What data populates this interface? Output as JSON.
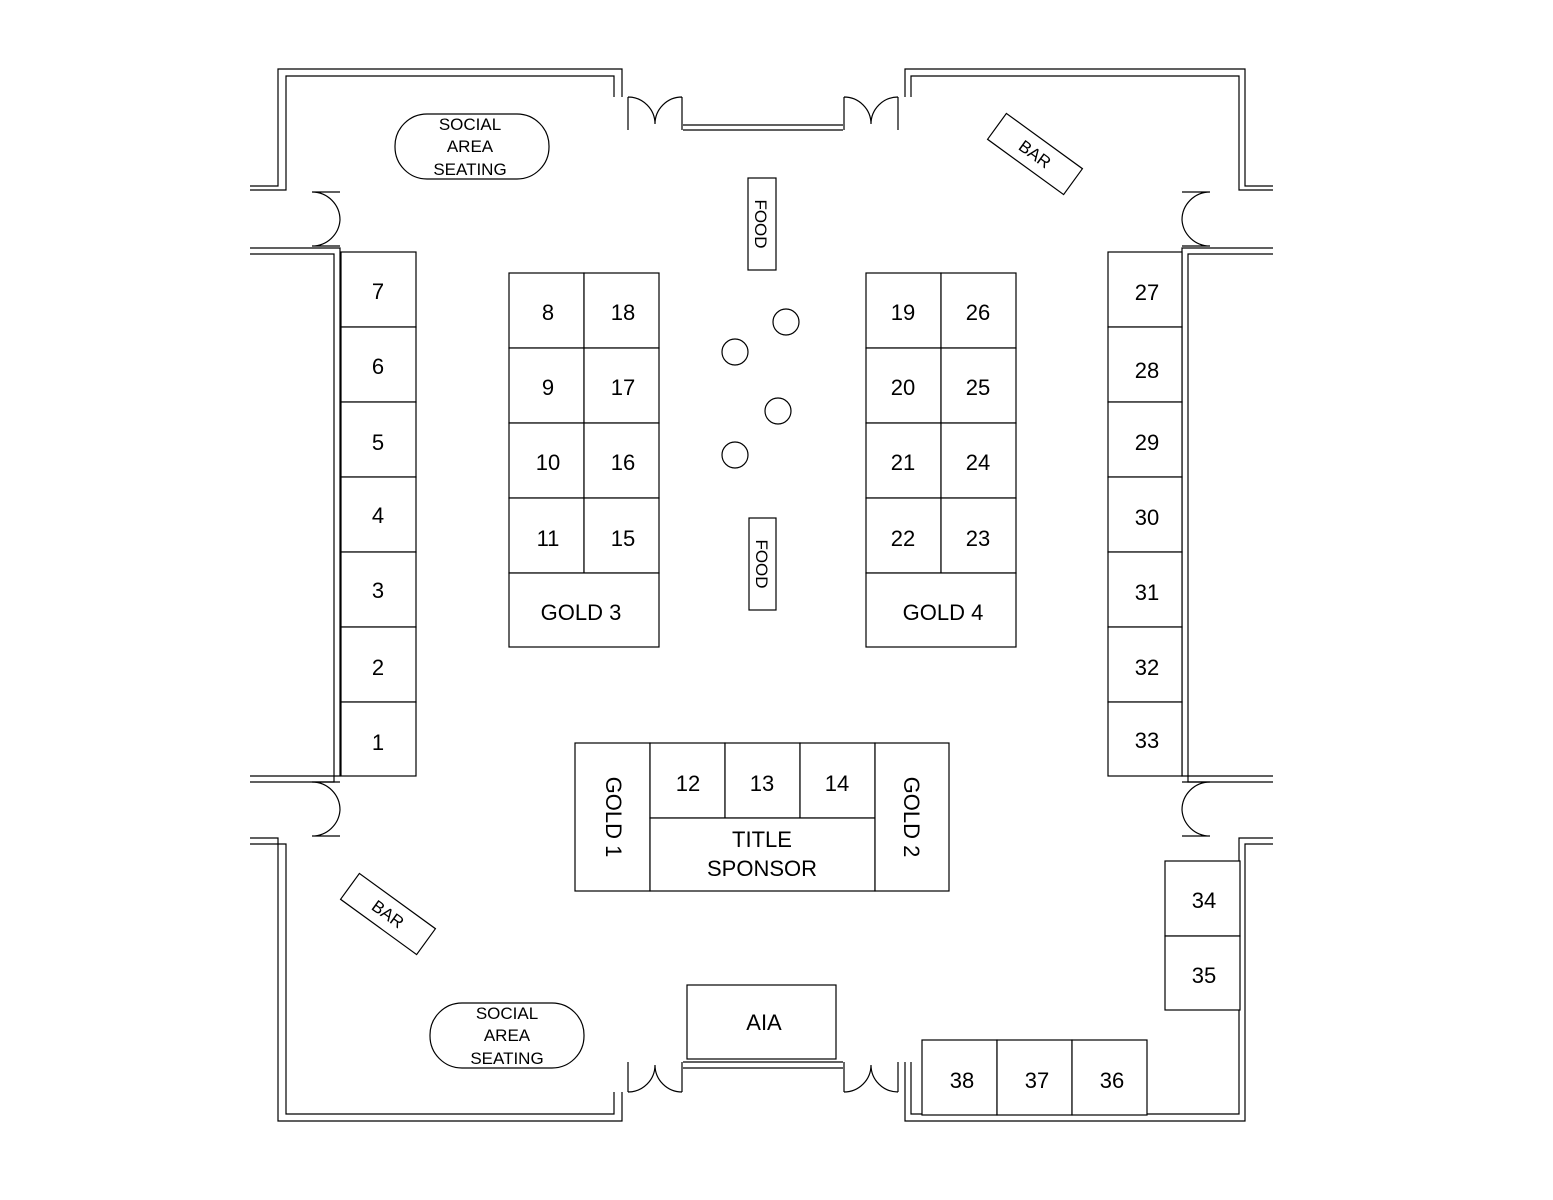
{
  "floor_plan": {
    "booths": {
      "b1": "1",
      "b2": "2",
      "b3": "3",
      "b4": "4",
      "b5": "5",
      "b6": "6",
      "b7": "7",
      "b8": "8",
      "b9": "9",
      "b10": "10",
      "b11": "11",
      "b12": "12",
      "b13": "13",
      "b14": "14",
      "b15": "15",
      "b16": "16",
      "b17": "17",
      "b18": "18",
      "b19": "19",
      "b20": "20",
      "b21": "21",
      "b22": "22",
      "b23": "23",
      "b24": "24",
      "b25": "25",
      "b26": "26",
      "b27": "27",
      "b28": "28",
      "b29": "29",
      "b30": "30",
      "b31": "31",
      "b32": "32",
      "b33": "33",
      "b34": "34",
      "b35": "35",
      "b36": "36",
      "b37": "37",
      "b38": "38"
    },
    "sponsors": {
      "gold1": "GOLD 1",
      "gold2": "GOLD 2",
      "gold3": "GOLD 3",
      "gold4": "GOLD 4",
      "title_line1": "TITLE",
      "title_line2": "SPONSOR",
      "aia": "AIA"
    },
    "stations": {
      "food": "FOOD",
      "bar": "BAR"
    },
    "social": {
      "line1": "SOCIAL",
      "line2": "AREA",
      "line3": "SEATING"
    }
  }
}
